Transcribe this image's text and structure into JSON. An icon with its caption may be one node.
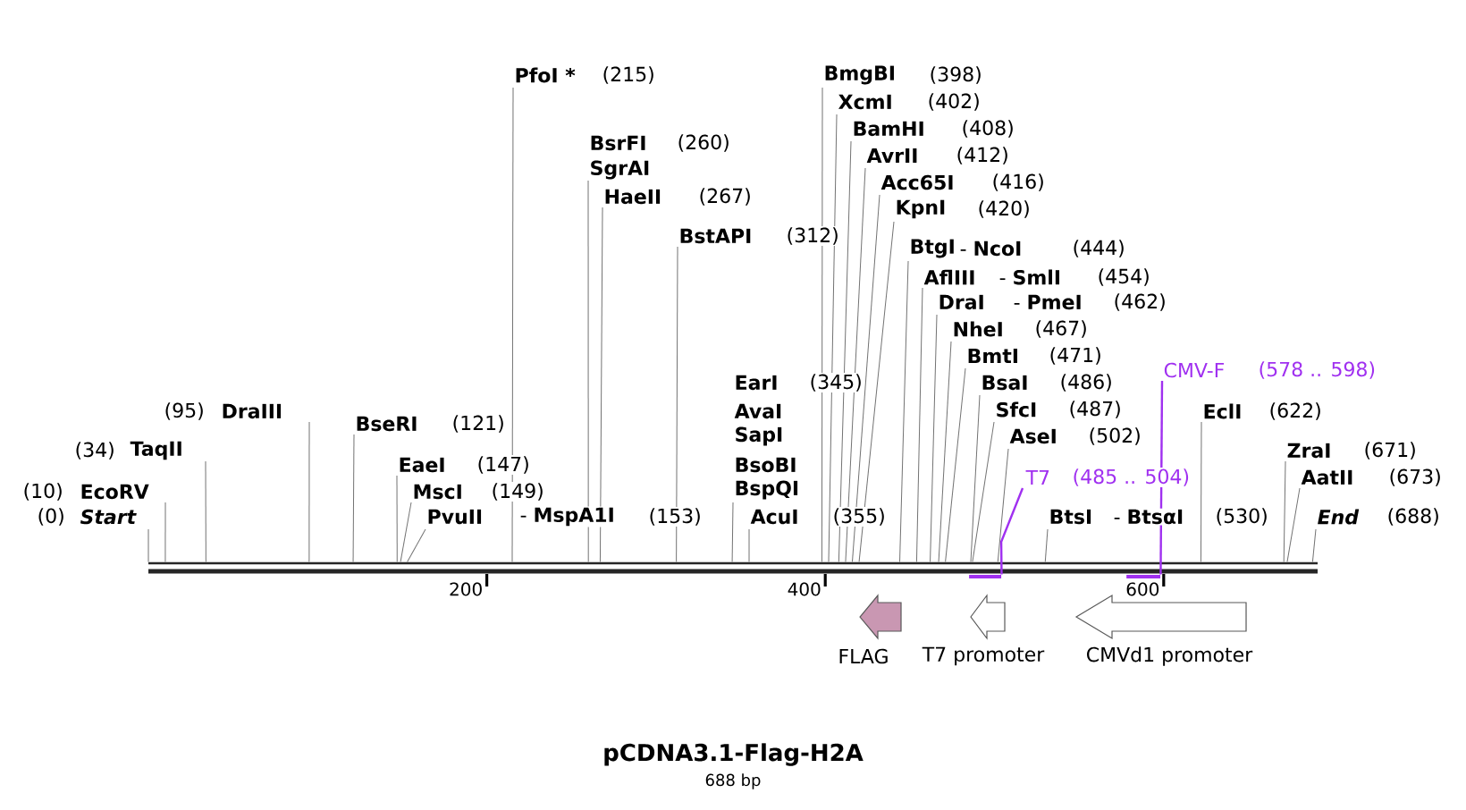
{
  "diagram": {
    "title": "pCDNA3.1-Flag-H2A",
    "caption": "688 bp",
    "nodes": [
      {
        "text": [
          "(0)",
          "Start"
        ]
      },
      {
        "text": [
          "(10)",
          "EcoRV"
        ]
      },
      {
        "text": [
          "(34)",
          "TaqII"
        ]
      },
      {
        "text": [
          "(95)",
          "DraIII"
        ]
      },
      {
        "text": [
          "BseRI",
          "(121)"
        ]
      },
      {
        "text": [
          "EaeI",
          "(147)"
        ]
      },
      {
        "text": [
          "MscI",
          "(149)"
        ]
      },
      {
        "text": [
          "PvuII",
          "- **MspA1I**",
          "(153)"
        ]
      },
      {
        "text": [
          "PfoI *",
          "(215)"
        ]
      },
      {
        "text": [
          "BsrFI",
          "(260)",
          "SgrAI"
        ]
      },
      {
        "text": [
          "HaeII",
          "(267)"
        ]
      },
      {
        "text": [
          "BstAPI",
          "(312)"
        ]
      },
      {
        "text": [
          "EarI",
          "(345)",
          "AvaI",
          "SapI",
          "BsoBI",
          "BspQI"
        ]
      },
      {
        "text": [
          "AcuI",
          "(355)"
        ]
      },
      {
        "text": [
          "BmgBI",
          "(398)"
        ]
      },
      {
        "text": [
          "XcmI",
          "(402)"
        ]
      },
      {
        "text": [
          "BamHI",
          "(408)"
        ]
      },
      {
        "text": [
          "AvrII",
          "(412)"
        ]
      },
      {
        "text": [
          "Acc65I",
          "(416)"
        ]
      },
      {
        "text": [
          "KpnI",
          "(420)"
        ]
      },
      {
        "text": [
          "BtgI",
          "- **NcoI**",
          "(444)"
        ]
      },
      {
        "text": [
          "AflIII",
          "- **SmlI**",
          "(454)"
        ]
      },
      {
        "text": [
          "DraI",
          "- **PmeI**",
          "(462)"
        ]
      },
      {
        "text": [
          "NheI",
          "(467)"
        ]
      },
      {
        "text": [
          "BmtI",
          "(471)"
        ]
      },
      {
        "text": [
          "BsaI",
          "(486)"
        ]
      },
      {
        "text": [
          "SfcI",
          "(487)"
        ]
      },
      {
        "text": [
          "AseI",
          "(502)"
        ]
      },
      {
        "text": [
          "BtsI",
          "- **BtsαI**",
          "(530)"
        ]
      },
      {
        "text": [
          "EclI",
          "(622)"
        ]
      },
      {
        "text": [
          "ZraI",
          "(671)"
        ]
      },
      {
        "text": [
          "AatII",
          "(673)"
        ]
      },
      {
        "text": [
          "End",
          "(688)"
        ]
      },
      {
        "text": [
          "T7",
          "(485 .. 504)"
        ]
      },
      {
        "text": [],
        "shape": "bar"
      },
      {
        "text": [
          "CMV-F",
          "(578 .. 598)"
        ]
      },
      {
        "text": [],
        "shape": "bar"
      },
      {
        "text": [
          "FLAG"
        ]
      },
      {
        "text": [
          "T7 promoter"
        ]
      },
      {
        "text": [
          "CMVd1 promoter"
        ]
      },
      {
        "text": [],
        "shape": "bar"
      }
    ],
    "edges": [
      {
        "from": 0,
        "to": 40,
        "arrow": "none"
      },
      {
        "from": 1,
        "to": 40,
        "arrow": "none"
      },
      {
        "from": 2,
        "to": 40,
        "arrow": "none"
      },
      {
        "from": 3,
        "to": 40,
        "arrow": "none"
      },
      {
        "from": 4,
        "to": 40,
        "arrow": "none"
      },
      {
        "from": 5,
        "to": 40,
        "arrow": "none"
      },
      {
        "from": 6,
        "to": 40,
        "arrow": "none"
      },
      {
        "from": 7,
        "to": 40,
        "arrow": "none"
      },
      {
        "from": 8,
        "to": 40,
        "arrow": "none"
      },
      {
        "from": 9,
        "to": 40,
        "arrow": "none"
      },
      {
        "from": 10,
        "to": 40,
        "arrow": "none"
      },
      {
        "from": 11,
        "to": 40,
        "arrow": "none"
      },
      {
        "from": 12,
        "to": 40,
        "arrow": "none"
      },
      {
        "from": 13,
        "to": 40,
        "arrow": "none"
      },
      {
        "from": 14,
        "to": 40,
        "arrow": "none"
      },
      {
        "from": 15,
        "to": 40,
        "arrow": "none"
      },
      {
        "from": 16,
        "to": 40,
        "arrow": "none"
      },
      {
        "from": 17,
        "to": 40,
        "arrow": "none"
      },
      {
        "from": 18,
        "to": 40,
        "arrow": "none"
      },
      {
        "from": 19,
        "to": 40,
        "arrow": "none"
      },
      {
        "from": 20,
        "to": 40,
        "arrow": "none"
      },
      {
        "from": 21,
        "to": 40,
        "arrow": "none"
      },
      {
        "from": 22,
        "to": 40,
        "arrow": "none"
      },
      {
        "from": 23,
        "to": 40,
        "arrow": "none"
      },
      {
        "from": 24,
        "to": 40,
        "arrow": "none"
      },
      {
        "from": 25,
        "to": 40,
        "arrow": "none"
      },
      {
        "from": 26,
        "to": 40,
        "arrow": "none"
      },
      {
        "from": 27,
        "to": 40,
        "arrow": "none"
      },
      {
        "from": 28,
        "to": 40,
        "arrow": "none"
      },
      {
        "from": 29,
        "to": 40,
        "arrow": "none"
      },
      {
        "from": 30,
        "to": 40,
        "arrow": "none"
      },
      {
        "from": 31,
        "to": 40,
        "arrow": "none"
      },
      {
        "from": 32,
        "to": 40,
        "arrow": "none"
      },
      {
        "from": 33,
        "to": 34,
        "arrow": "none",
        "color": "#a030f0"
      },
      {
        "from": 35,
        "to": 36,
        "arrow": "none",
        "color": "#a030f0"
      }
    ],
    "labels": [
      "200",
      "400",
      "600"
    ]
  }
}
